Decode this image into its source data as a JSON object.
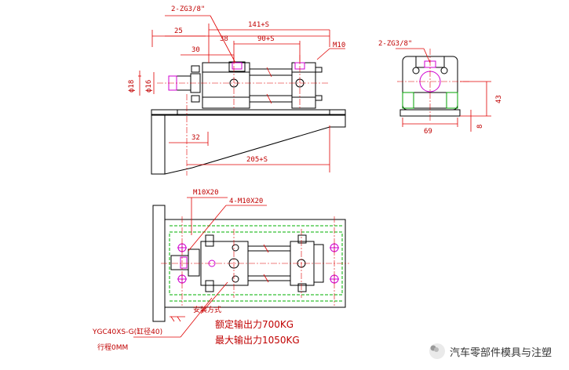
{
  "front_view": {
    "port_label": "2-ZG3/8\"",
    "dim_141": "141+S",
    "dim_25": "25",
    "dim_38": "38",
    "dim_90": "90+S",
    "dim_30": "30",
    "dim_m10": "M10",
    "dim_phi18": "ϕ18",
    "dim_phi16": "ϕ16",
    "dim_32": "32",
    "dim_205": "205+S"
  },
  "side_view": {
    "port_label": "2-ZG3/8\"",
    "dim_43": "43",
    "dim_69": "69",
    "dim_8": "8"
  },
  "top_view": {
    "label_m10x20": "M10X20",
    "label_4m10x20": "4-M10X20",
    "mount_note": "安装方式",
    "model": "YGC40XS-G(缸径40)",
    "stroke": "行程0MM",
    "rated_output": "额定输出力700KG",
    "max_output": "最大输出力1050KG"
  },
  "watermark": {
    "text": "汽车零部件模具与注塑"
  }
}
